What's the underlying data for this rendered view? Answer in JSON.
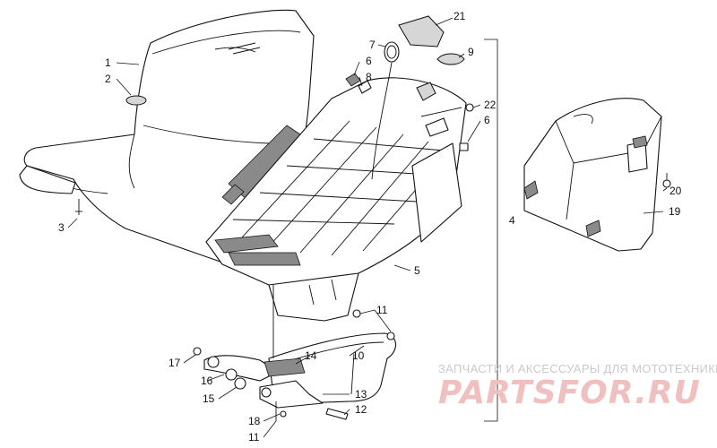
{
  "callouts": {
    "c1": "1",
    "c2": "2",
    "c3": "3",
    "c4": "4",
    "c5": "5",
    "c6a": "6",
    "c6b": "6",
    "c7": "7",
    "c8": "8",
    "c9": "9",
    "c10": "10",
    "c11a": "11",
    "c11b": "11",
    "c12": "12",
    "c13": "13",
    "c14": "14",
    "c15": "15",
    "c16": "16",
    "c17": "17",
    "c18": "18",
    "c19": "19",
    "c20": "20",
    "c21": "21",
    "c22": "22"
  },
  "watermark": {
    "tagline": "ЗАПЧАСТИ И АКСЕССУАРЫ ДЛЯ МОТОТЕХНИКИ",
    "brand": "PARTSFOR.RU"
  },
  "colors": {
    "line": "#111111",
    "watermark_text": "#c9c9c9",
    "watermark_brand": "#f0c0c0"
  }
}
